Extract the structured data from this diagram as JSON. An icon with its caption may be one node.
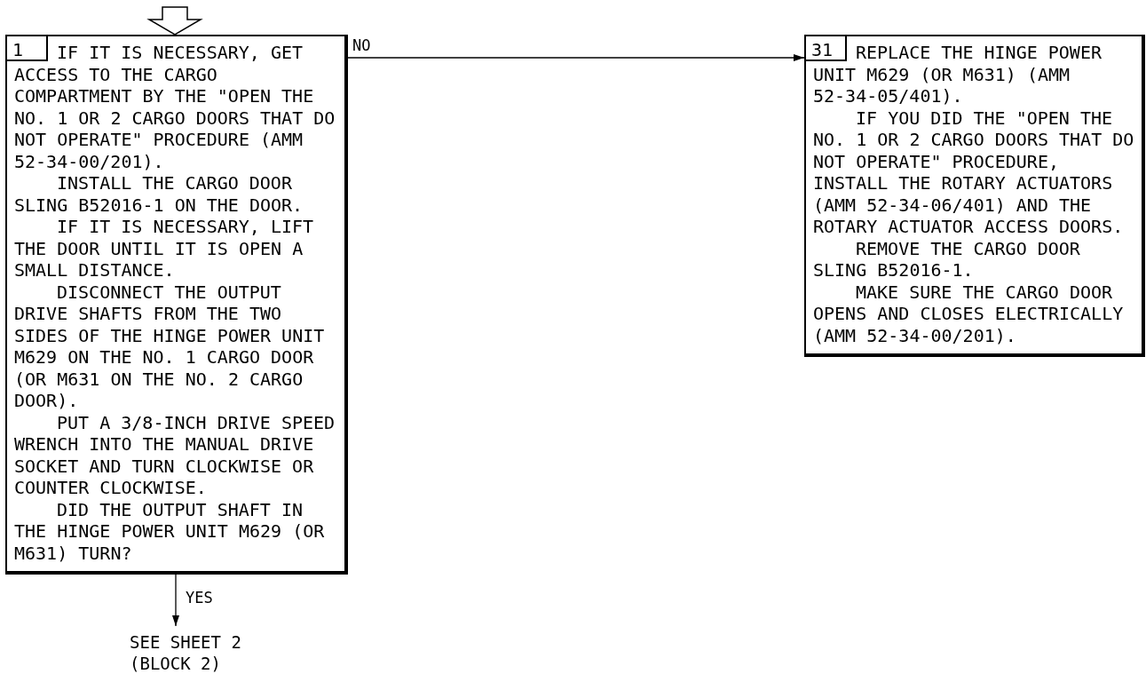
{
  "diagram": {
    "nodes": [
      {
        "text": [
          "1",
          "IF IT IS NECESSARY, GET ACCESS TO THE CARGO COMPARTMENT BY THE \"OPEN THE NO. 1 OR 2 CARGO DOORS THAT DO NOT OPERATE\" PROCEDURE (AMM 52-34-00/201).",
          "INSTALL THE CARGO DOOR SLING B52016-1 ON THE DOOR.",
          "IF IT IS NECESSARY, LIFT THE DOOR UNTIL IT IS OPEN A SMALL DISTANCE.",
          "DISCONNECT THE OUTPUT DRIVE SHAFTS FROM THE TWO SIDES OF THE HINGE POWER UNIT M629 ON THE NO. 1 CARGO DOOR (OR M631 ON THE NO. 2 CARGO DOOR).",
          "PUT A 3/8-INCH DRIVE SPEED WRENCH INTO THE MANUAL DRIVE SOCKET AND TURN CLOCKWISE OR COUNTER CLOCKWISE.",
          "DID THE OUTPUT SHAFT IN THE HINGE POWER UNIT M629 (OR M631) TURN?"
        ]
      },
      {
        "text": [
          "31",
          "REPLACE THE HINGE POWER UNIT M629 (OR M631) (AMM 52-34-05/401).",
          "IF YOU DID THE \"OPEN THE NO. 1 OR 2 CARGO DOORS THAT DO NOT OPERATE\" PROCEDURE, INSTALL THE ROTARY ACTUATORS (AMM 52-34-06/401) AND THE ROTARY ACTUATOR ACCESS DOORS.",
          "REMOVE THE CARGO DOOR SLING B52016-1.",
          "MAKE SURE THE CARGO DOOR OPENS AND CLOSES ELECTRICALLY (AMM 52-34-00/201)."
        ]
      },
      {
        "text": [
          "SEE SHEET 2 (BLOCK 2)"
        ]
      }
    ],
    "edges": [
      {
        "from": null,
        "to": 0,
        "arrow": "to"
      },
      {
        "from": 0,
        "to": 1,
        "arrow": "to",
        "label": "NO"
      },
      {
        "from": 0,
        "to": 2,
        "arrow": "to",
        "label": "YES"
      }
    ]
  }
}
